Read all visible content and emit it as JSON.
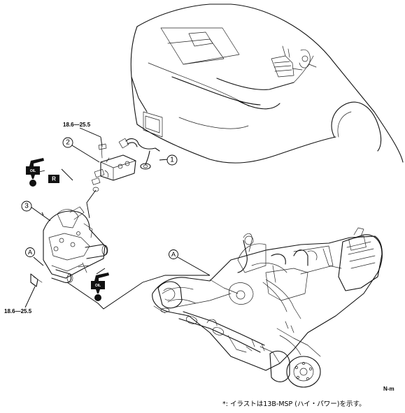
{
  "callouts": {
    "part1": "1",
    "part2": "2",
    "part3": "3",
    "ref_a": "A"
  },
  "torque": {
    "upper": "18.6—25.5",
    "lower": "18.6—25.5"
  },
  "badges": {
    "oil": "OIL",
    "replace": "R"
  },
  "figure_code": "N-m",
  "note": "*: イラストは13B-MSP (ハイ・パワー)を示す。"
}
